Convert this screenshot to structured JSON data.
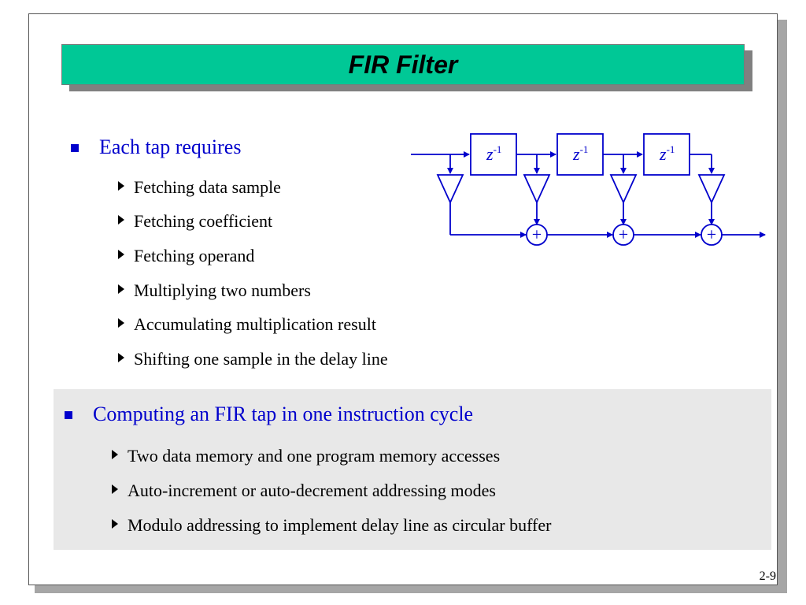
{
  "slide": {
    "title": "FIR Filter",
    "page_number": "2-9"
  },
  "section1": {
    "heading": "Each tap requires",
    "items": [
      "Fetching data sample",
      "Fetching coefficient",
      "Fetching operand",
      "Multiplying two numbers",
      "Accumulating multiplication result",
      "Shifting one sample in the delay line"
    ]
  },
  "section2": {
    "heading": "Computing an FIR tap in one instruction cycle",
    "items": [
      "Two data memory and one program memory accesses",
      "Auto-increment or auto-decrement addressing modes",
      "Modulo addressing to implement delay line as circular buffer"
    ]
  },
  "diagram": {
    "delay_label": "z",
    "delay_exponent": "-1",
    "adder_symbol": "+",
    "colors": {
      "line": "#0000cc",
      "title_bar": "#00c896",
      "highlight_box": "#e8e8e8"
    }
  }
}
